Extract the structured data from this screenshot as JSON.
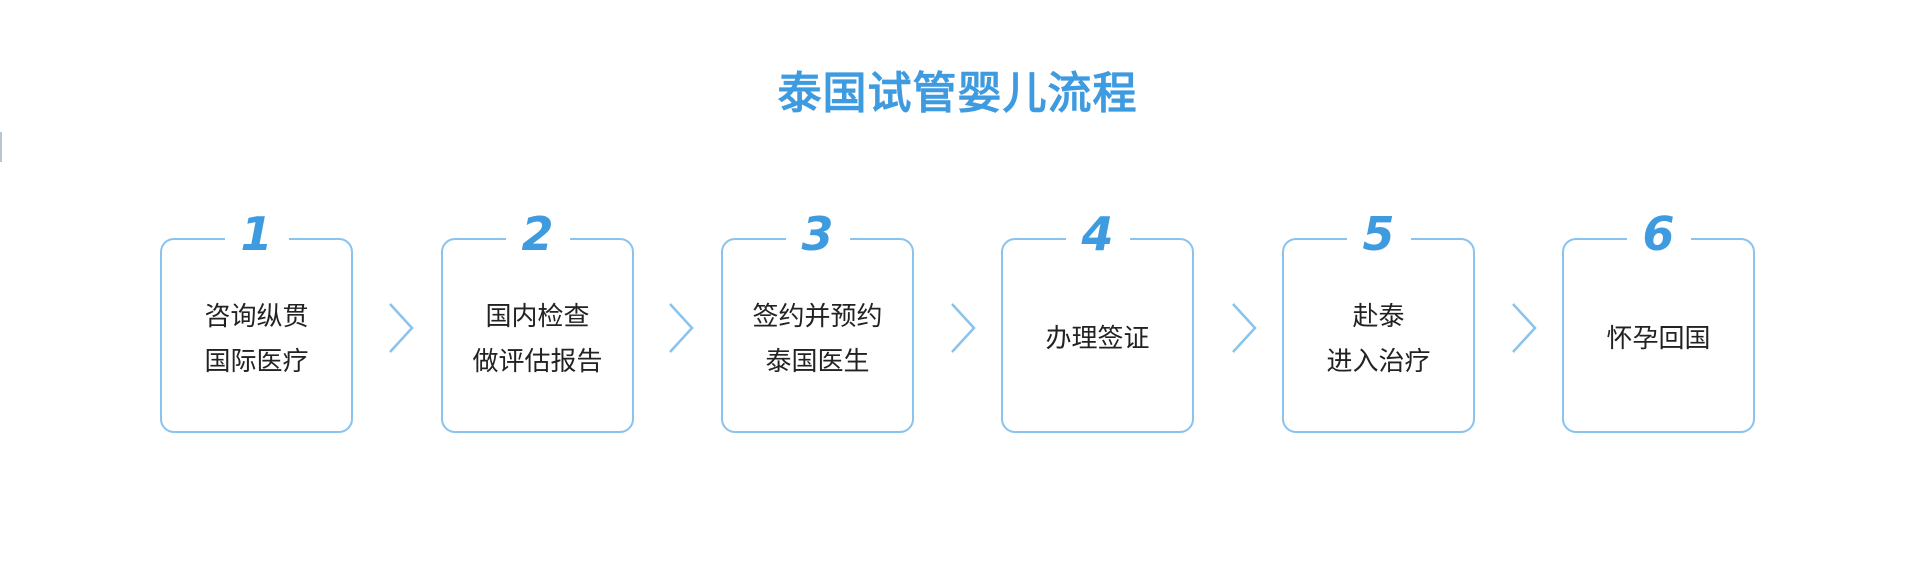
{
  "title": "泰国试管婴儿流程",
  "colors": {
    "accent": "#3f9be0",
    "border": "#89c3ee",
    "text": "#222222"
  },
  "steps": [
    {
      "number": "1",
      "line1": "咨询纵贯",
      "line2": "国际医疗"
    },
    {
      "number": "2",
      "line1": "国内检查",
      "line2": "做评估报告"
    },
    {
      "number": "3",
      "line1": "签约并预约",
      "line2": "泰国医生"
    },
    {
      "number": "4",
      "line1": "办理签证",
      "line2": ""
    },
    {
      "number": "5",
      "line1": "赴泰",
      "line2": "进入治疗"
    },
    {
      "number": "6",
      "line1": "怀孕回国",
      "line2": ""
    }
  ],
  "connector_icon": "chevron-right-icon"
}
